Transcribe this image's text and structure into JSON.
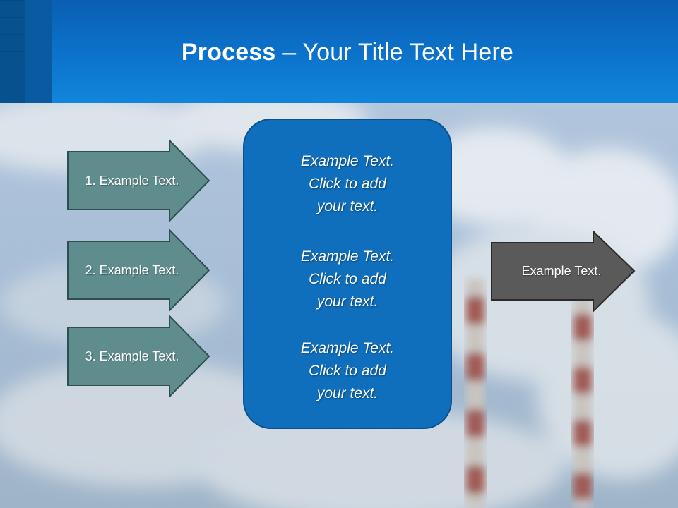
{
  "slide": {
    "title_bold": "Process",
    "title_rest": " – Your Title Text Here"
  },
  "left_arrows": [
    {
      "label": "1. Example Text."
    },
    {
      "label": "2. Example Text."
    },
    {
      "label": "3. Example Text."
    }
  ],
  "center_box": {
    "blocks": [
      {
        "line1": "Example Text.",
        "line2": "Click  to add",
        "line3": "your text."
      },
      {
        "line1": "Example Text.",
        "line2": "Click  to add",
        "line3": "your text."
      },
      {
        "line1": "Example Text.",
        "line2": "Click  to add",
        "line3": "your text."
      }
    ]
  },
  "right_arrow": {
    "label": "Example Text."
  },
  "colors": {
    "header": "#0c73cb",
    "left_arrow_fill": "#5f8d8d",
    "center_box_fill": "#0f6fbd",
    "right_arrow_fill": "#5a5a5a"
  }
}
